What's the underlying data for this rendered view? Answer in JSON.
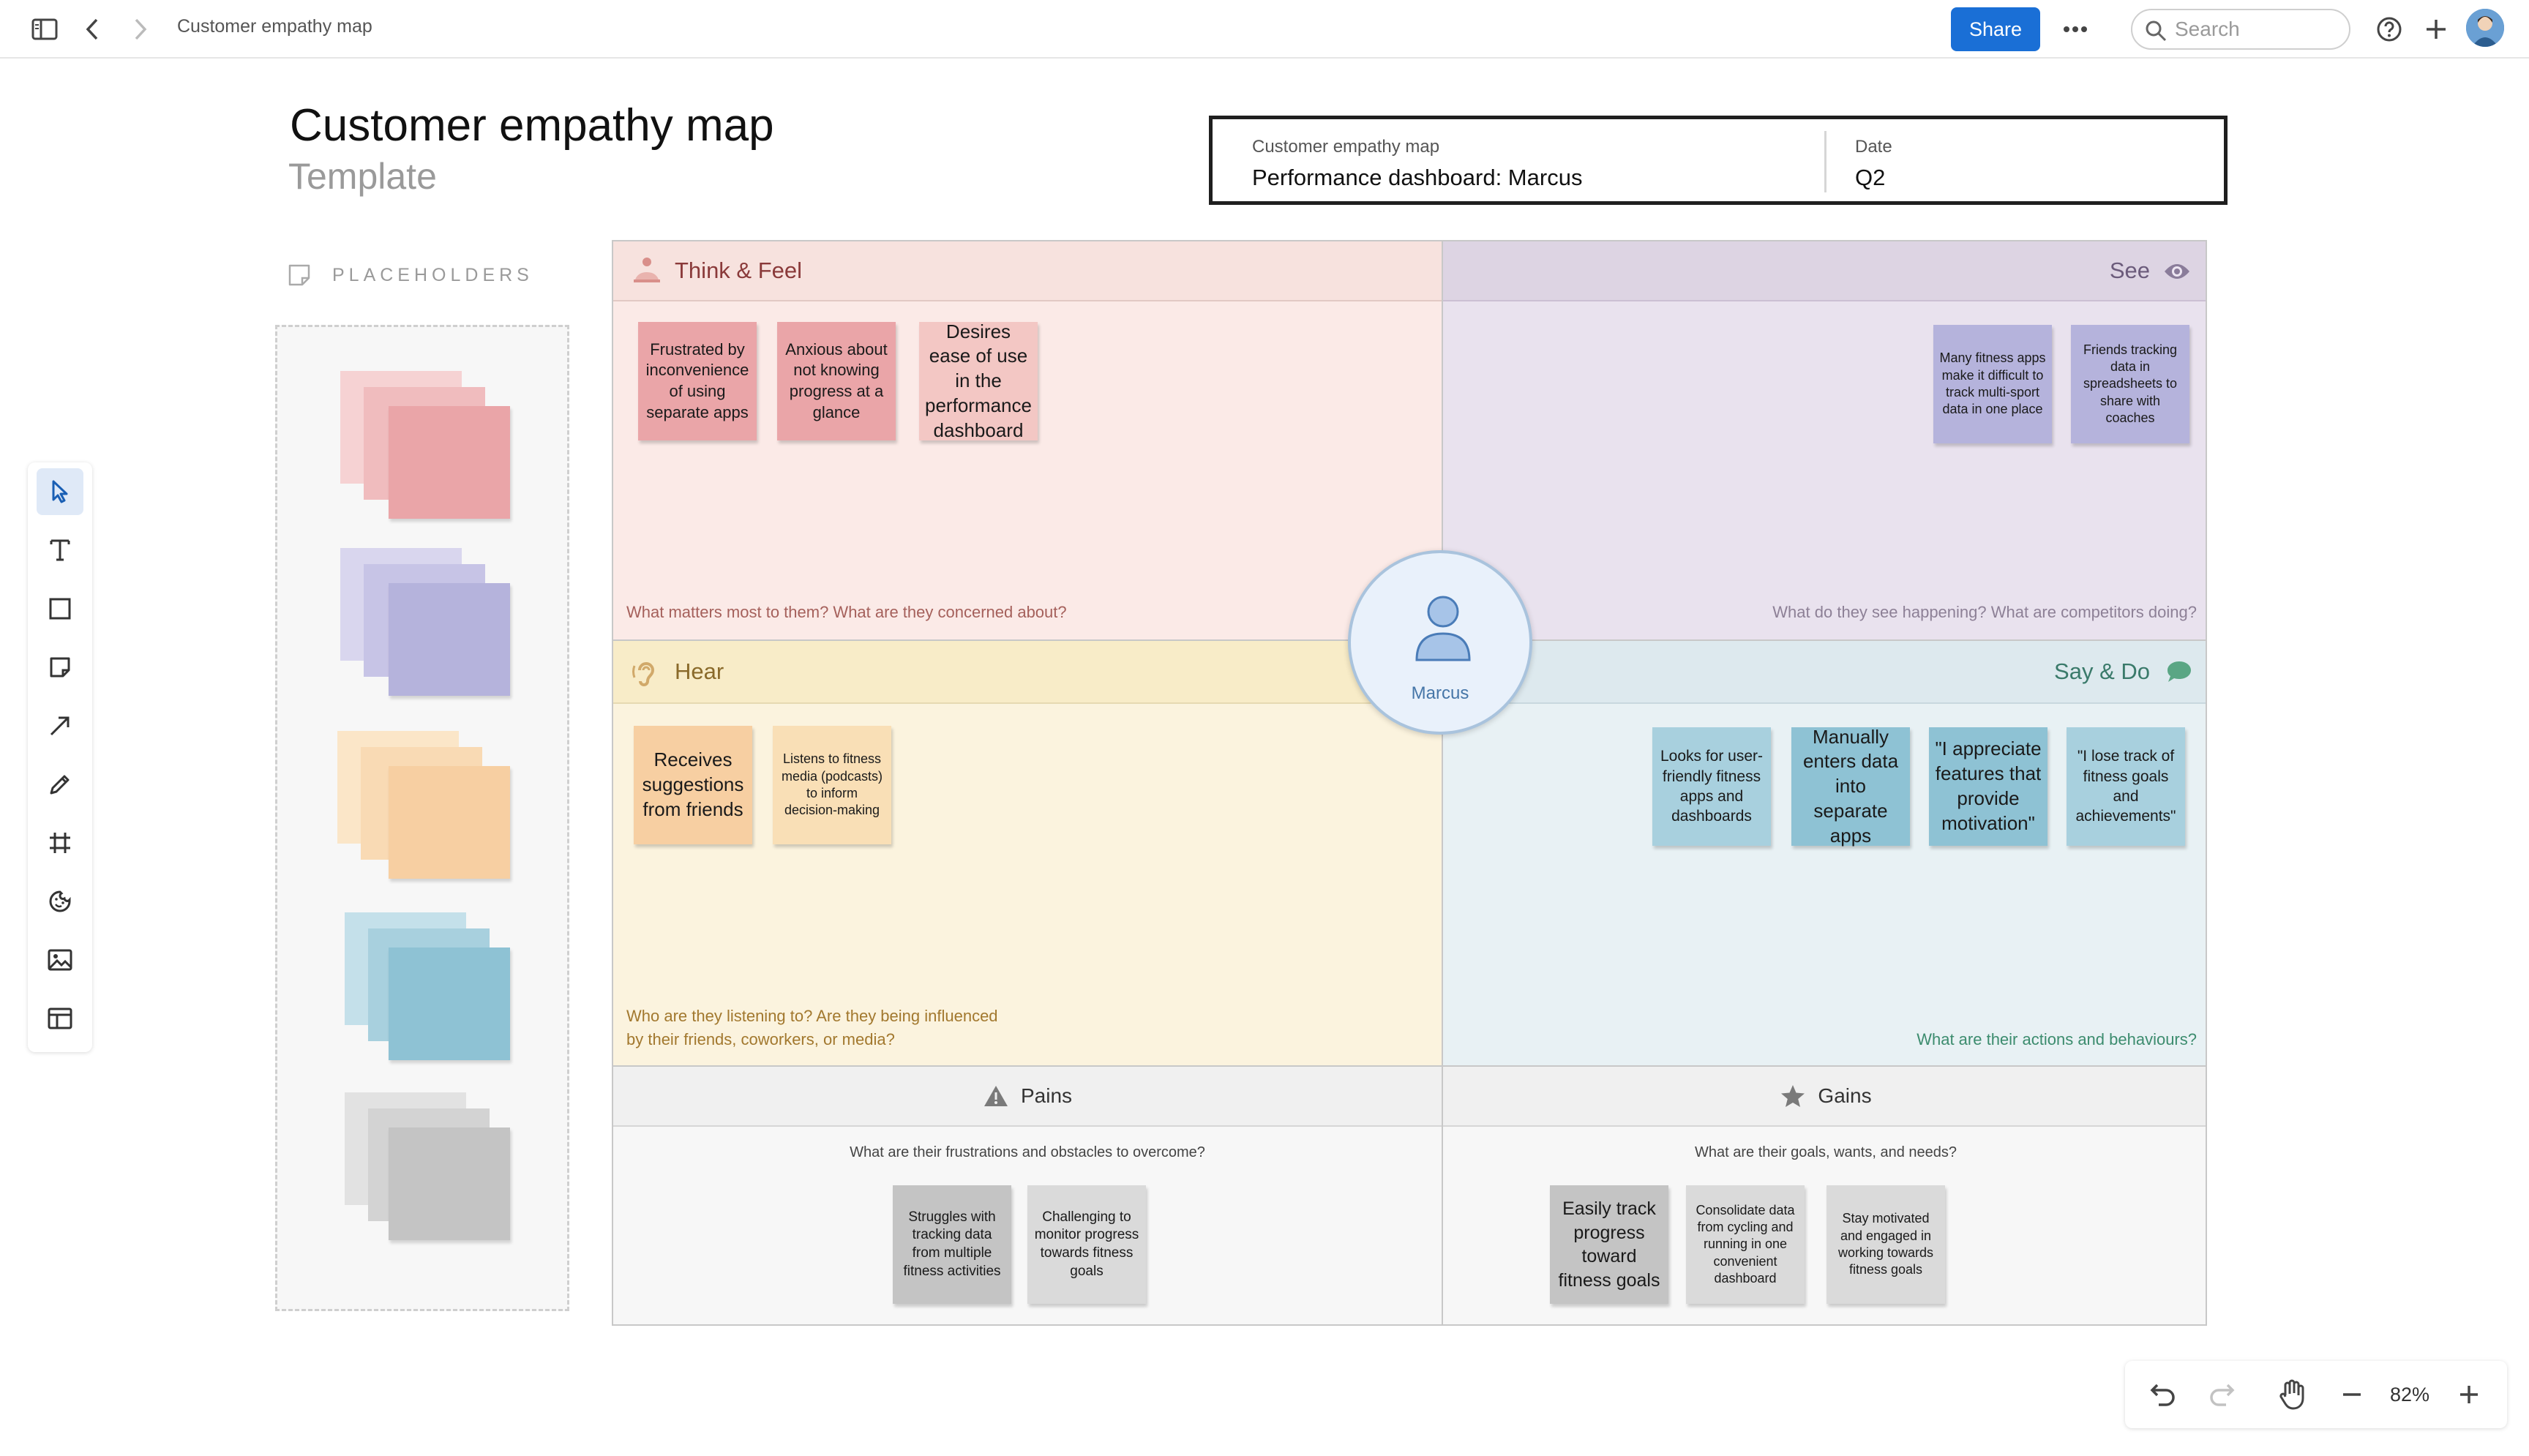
{
  "topbar": {
    "doc_title": "Customer empathy map",
    "share_label": "Share",
    "search_placeholder": "Search"
  },
  "header": {
    "title": "Customer empathy map",
    "subtitle": "Template",
    "info": {
      "map_label": "Customer empathy map",
      "map_value": "Performance dashboard: Marcus",
      "date_label": "Date",
      "date_value": "Q2"
    }
  },
  "placeholders": {
    "label": "PLACEHOLDERS"
  },
  "persona": {
    "name": "Marcus"
  },
  "quadrants": {
    "think_feel": {
      "title": "Think & Feel",
      "prompt": "What matters most to them? What are they concerned about?",
      "notes": [
        "Frustrated by inconvenience of using separate apps",
        "Anxious about not knowing progress at a glance",
        "Desires ease of use in the performance dashboard"
      ]
    },
    "see": {
      "title": "See",
      "prompt": "What do they see happening? What are competitors doing?",
      "notes": [
        "Many fitness apps make it difficult to track multi-sport data in one place",
        "Friends tracking data in spreadsheets to share with coaches"
      ]
    },
    "hear": {
      "title": "Hear",
      "prompt_line1": "Who are they listening to? Are they being influenced",
      "prompt_line2": "by their friends, coworkers, or media?",
      "notes": [
        "Receives suggestions from friends",
        "Listens to fitness media (podcasts) to inform decision-making"
      ]
    },
    "say_do": {
      "title": "Say & Do",
      "prompt": "What are their actions and behaviours?",
      "notes": [
        "Looks for user-friendly fitness apps and dashboards",
        "Manually enters data into separate apps",
        "\"I appreciate features that provide motivation\"",
        "\"I lose track of fitness goals and achievements\""
      ]
    },
    "pains": {
      "title": "Pains",
      "prompt": "What are their frustrations and obstacles to overcome?",
      "notes": [
        "Struggles with tracking data from multiple fitness activities",
        "Challenging to monitor progress towards fitness goals"
      ]
    },
    "gains": {
      "title": "Gains",
      "prompt": "What are their goals, wants, and needs?",
      "notes": [
        "Easily track progress toward fitness goals",
        "Consolidate data from cycling and running in one convenient dashboard",
        "Stay motivated and engaged in working towards fitness goals"
      ]
    }
  },
  "zoom": {
    "level": "82%"
  },
  "colors": {
    "accent": "#1a6fd6",
    "think_feel_bg": "#fbeae7",
    "see_bg": "#e9e2ee",
    "hear_bg": "#fbf3de",
    "say_do_bg": "#e8f1f4",
    "pains_gains_bg": "#f7f7f7",
    "note_red": "#eaa5a8",
    "note_purple": "#b5b3dc",
    "note_orange": "#f7cfa2",
    "note_blue": "#8ec2d4",
    "note_gray": "#c4c4c4"
  }
}
